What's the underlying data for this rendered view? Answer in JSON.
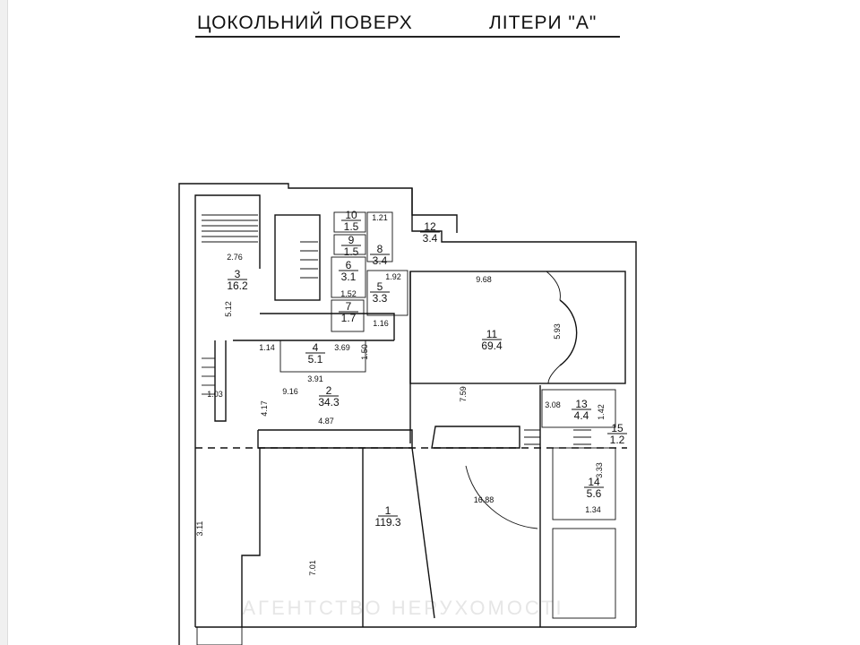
{
  "title": {
    "floor": "ЦОКОЛЬНИЙ ПОВЕРХ",
    "letter": "ЛІТЕРИ \"А\""
  },
  "watermark": "АГЕНТСТВО НЕРУХОМОСТІ",
  "rooms": [
    {
      "number": "1",
      "area": "119.3"
    },
    {
      "number": "2",
      "area": "34.3"
    },
    {
      "number": "3",
      "area": "16.2"
    },
    {
      "number": "4",
      "area": "5.1"
    },
    {
      "number": "5",
      "area": "3.3"
    },
    {
      "number": "6",
      "area": "3.1"
    },
    {
      "number": "7",
      "area": "1.7"
    },
    {
      "number": "8",
      "area": "3.4"
    },
    {
      "number": "9",
      "area": "1.5"
    },
    {
      "number": "10",
      "area": "1.5"
    },
    {
      "number": "11",
      "area": "69.4"
    },
    {
      "number": "12",
      "area": "3.4"
    },
    {
      "number": "13",
      "area": "4.4"
    },
    {
      "number": "14",
      "area": "5.6"
    },
    {
      "number": "15",
      "area": "1.2"
    }
  ],
  "dimensions": [
    "2.76",
    "5.12",
    "1.21",
    "1.92",
    "1.52",
    "1.16",
    "1.14",
    "3.69",
    "1.50",
    "3.91",
    "1.03",
    "9.16",
    "4.17",
    "4.87",
    "9.68",
    "5.93",
    "7.59",
    "3.08",
    "1.42",
    "3.33",
    "1.34",
    "3.11",
    "7.01",
    "16.88"
  ]
}
